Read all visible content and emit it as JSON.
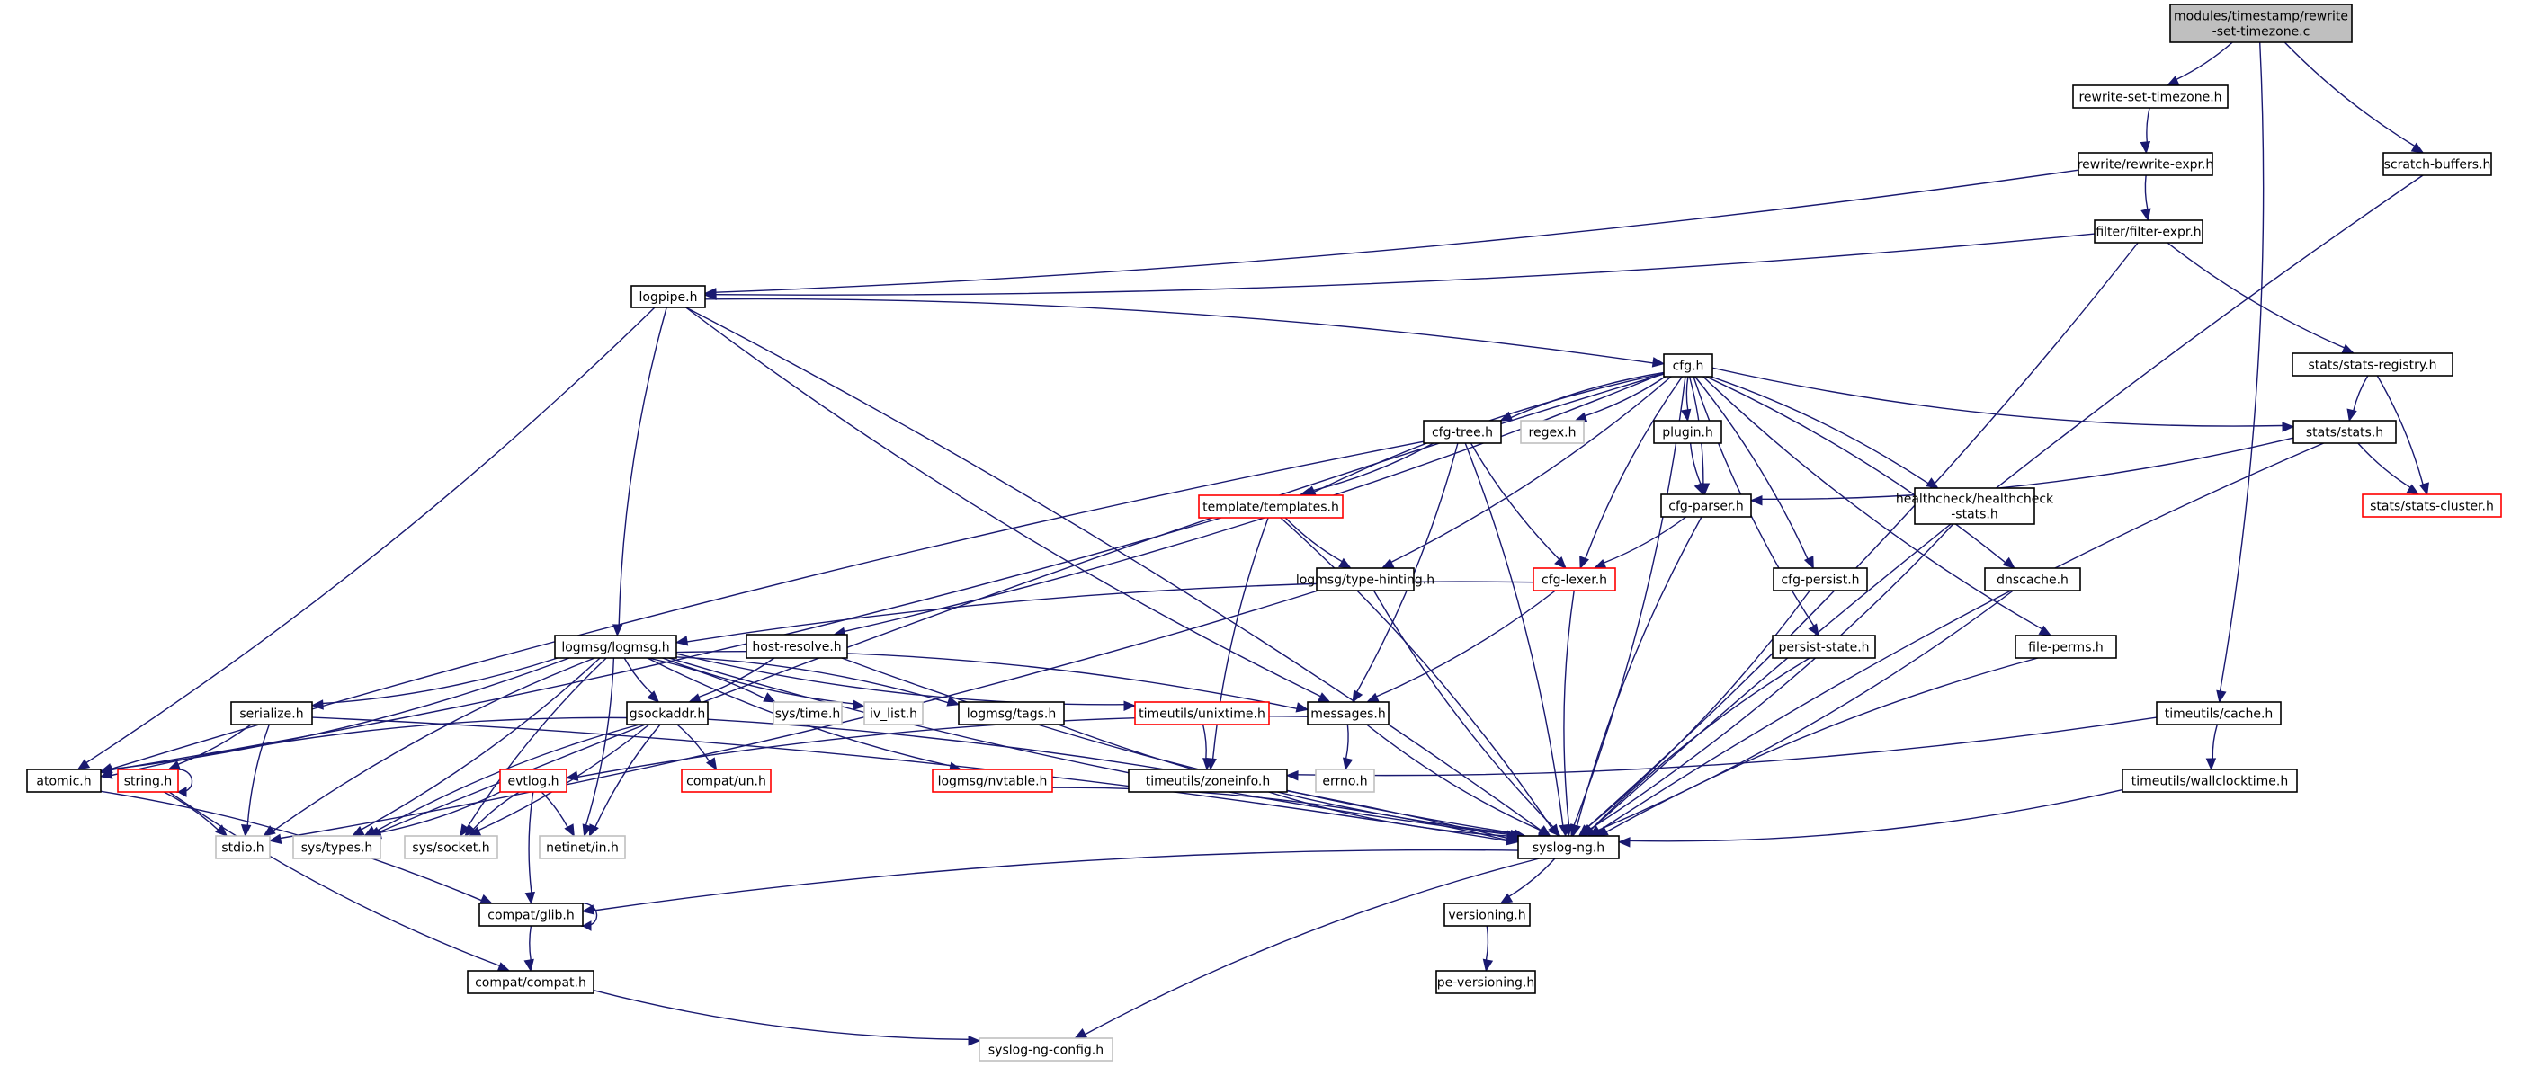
{
  "graph": {
    "title": "Include dependency graph for modules/timestamp/rewrite-set-timezone.c",
    "colors": {
      "edge": "#191970",
      "node_border": "#000000",
      "root_fill": "#bfbfbf",
      "missing_border": "#bfbfbf",
      "truncated_border": "#ff0000"
    },
    "nodes": [
      {
        "id": "root",
        "label": [
          "modules/timestamp/rewrite",
          "-set-timezone.c"
        ],
        "kind": "root"
      },
      {
        "id": "rst",
        "label": [
          "rewrite-set-timezone.h"
        ],
        "kind": "normal"
      },
      {
        "id": "rexpr",
        "label": [
          "rewrite/rewrite-expr.h"
        ],
        "kind": "normal"
      },
      {
        "id": "fexpr",
        "label": [
          "filter/filter-expr.h"
        ],
        "kind": "normal"
      },
      {
        "id": "scratch",
        "label": [
          "scratch-buffers.h"
        ],
        "kind": "normal"
      },
      {
        "id": "logpipe",
        "label": [
          "logpipe.h"
        ],
        "kind": "normal"
      },
      {
        "id": "cfg",
        "label": [
          "cfg.h"
        ],
        "kind": "normal"
      },
      {
        "id": "statsreg",
        "label": [
          "stats/stats-registry.h"
        ],
        "kind": "normal"
      },
      {
        "id": "stats",
        "label": [
          "stats/stats.h"
        ],
        "kind": "normal"
      },
      {
        "id": "statscluster",
        "label": [
          "stats/stats-cluster.h"
        ],
        "kind": "truncated"
      },
      {
        "id": "cfgtree",
        "label": [
          "cfg-tree.h"
        ],
        "kind": "normal"
      },
      {
        "id": "regex",
        "label": [
          "regex.h"
        ],
        "kind": "missing"
      },
      {
        "id": "plugin",
        "label": [
          "plugin.h"
        ],
        "kind": "normal"
      },
      {
        "id": "cfgparser",
        "label": [
          "cfg-parser.h"
        ],
        "kind": "normal"
      },
      {
        "id": "health",
        "label": [
          "healthcheck/healthcheck",
          "-stats.h"
        ],
        "kind": "normal"
      },
      {
        "id": "templates",
        "label": [
          "template/templates.h"
        ],
        "kind": "truncated"
      },
      {
        "id": "typehint",
        "label": [
          "logmsg/type-hinting.h"
        ],
        "kind": "normal"
      },
      {
        "id": "cfglexer",
        "label": [
          "cfg-lexer.h"
        ],
        "kind": "truncated"
      },
      {
        "id": "cfgpersist",
        "label": [
          "cfg-persist.h"
        ],
        "kind": "normal"
      },
      {
        "id": "persist",
        "label": [
          "persist-state.h"
        ],
        "kind": "normal"
      },
      {
        "id": "dnscache",
        "label": [
          "dnscache.h"
        ],
        "kind": "normal"
      },
      {
        "id": "fileperms",
        "label": [
          "file-perms.h"
        ],
        "kind": "normal"
      },
      {
        "id": "logmsg",
        "label": [
          "logmsg/logmsg.h"
        ],
        "kind": "normal"
      },
      {
        "id": "hostres",
        "label": [
          "host-resolve.h"
        ],
        "kind": "normal"
      },
      {
        "id": "serialize",
        "label": [
          "serialize.h"
        ],
        "kind": "normal"
      },
      {
        "id": "gsock",
        "label": [
          "gsockaddr.h"
        ],
        "kind": "normal"
      },
      {
        "id": "systime",
        "label": [
          "sys/time.h"
        ],
        "kind": "missing"
      },
      {
        "id": "ivlist",
        "label": [
          "iv_list.h"
        ],
        "kind": "missing"
      },
      {
        "id": "tags",
        "label": [
          "logmsg/tags.h"
        ],
        "kind": "normal"
      },
      {
        "id": "unixtime",
        "label": [
          "timeutils/unixtime.h"
        ],
        "kind": "truncated"
      },
      {
        "id": "messages",
        "label": [
          "messages.h"
        ],
        "kind": "normal"
      },
      {
        "id": "tucache",
        "label": [
          "timeutils/cache.h"
        ],
        "kind": "normal"
      },
      {
        "id": "atomic",
        "label": [
          "atomic.h"
        ],
        "kind": "normal"
      },
      {
        "id": "string",
        "label": [
          "string.h"
        ],
        "kind": "truncated"
      },
      {
        "id": "evtlog",
        "label": [
          "evtlog.h"
        ],
        "kind": "truncated"
      },
      {
        "id": "compatun",
        "label": [
          "compat/un.h"
        ],
        "kind": "truncated"
      },
      {
        "id": "nvtable",
        "label": [
          "logmsg/nvtable.h"
        ],
        "kind": "truncated"
      },
      {
        "id": "zoneinfo",
        "label": [
          "timeutils/zoneinfo.h"
        ],
        "kind": "normal"
      },
      {
        "id": "errno",
        "label": [
          "errno.h"
        ],
        "kind": "missing"
      },
      {
        "id": "wallclock",
        "label": [
          "timeutils/wallclocktime.h"
        ],
        "kind": "normal"
      },
      {
        "id": "stdio",
        "label": [
          "stdio.h"
        ],
        "kind": "missing"
      },
      {
        "id": "systypes",
        "label": [
          "sys/types.h"
        ],
        "kind": "missing"
      },
      {
        "id": "syssocket",
        "label": [
          "sys/socket.h"
        ],
        "kind": "missing"
      },
      {
        "id": "netinet",
        "label": [
          "netinet/in.h"
        ],
        "kind": "missing"
      },
      {
        "id": "syslogng",
        "label": [
          "syslog-ng.h"
        ],
        "kind": "normal"
      },
      {
        "id": "glib",
        "label": [
          "compat/glib.h"
        ],
        "kind": "normal"
      },
      {
        "id": "versioning",
        "label": [
          "versioning.h"
        ],
        "kind": "normal"
      },
      {
        "id": "compat",
        "label": [
          "compat/compat.h"
        ],
        "kind": "normal"
      },
      {
        "id": "peversioning",
        "label": [
          "pe-versioning.h"
        ],
        "kind": "normal"
      },
      {
        "id": "config",
        "label": [
          "syslog-ng-config.h"
        ],
        "kind": "missing"
      }
    ],
    "edges": [
      [
        "root",
        "rst"
      ],
      [
        "root",
        "scratch"
      ],
      [
        "root",
        "tucache"
      ],
      [
        "rst",
        "rexpr"
      ],
      [
        "rexpr",
        "logpipe"
      ],
      [
        "rexpr",
        "fexpr"
      ],
      [
        "fexpr",
        "logpipe"
      ],
      [
        "fexpr",
        "statsreg"
      ],
      [
        "fexpr",
        "syslogng"
      ],
      [
        "scratch",
        "syslogng"
      ],
      [
        "logpipe",
        "cfg"
      ],
      [
        "logpipe",
        "logmsg"
      ],
      [
        "logpipe",
        "atomic"
      ],
      [
        "logpipe",
        "messages"
      ],
      [
        "logpipe",
        "syslogng"
      ],
      [
        "cfg",
        "cfgtree"
      ],
      [
        "cfg",
        "regex"
      ],
      [
        "cfg",
        "plugin"
      ],
      [
        "cfg",
        "cfgparser"
      ],
      [
        "cfg",
        "templates"
      ],
      [
        "cfg",
        "typehint"
      ],
      [
        "cfg",
        "cfglexer"
      ],
      [
        "cfg",
        "cfgpersist"
      ],
      [
        "cfg",
        "persist"
      ],
      [
        "cfg",
        "dnscache"
      ],
      [
        "cfg",
        "fileperms"
      ],
      [
        "cfg",
        "health"
      ],
      [
        "cfg",
        "stats"
      ],
      [
        "cfg",
        "hostres"
      ],
      [
        "cfg",
        "systypes"
      ],
      [
        "cfg",
        "syslogng"
      ],
      [
        "statsreg",
        "stats"
      ],
      [
        "statsreg",
        "statscluster"
      ],
      [
        "stats",
        "statscluster"
      ],
      [
        "stats",
        "cfgparser"
      ],
      [
        "stats",
        "syslogng"
      ],
      [
        "cfgtree",
        "templates"
      ],
      [
        "cfgtree",
        "cfglexer"
      ],
      [
        "cfgtree",
        "messages"
      ],
      [
        "cfgtree",
        "atomic"
      ],
      [
        "cfgtree",
        "syslogng"
      ],
      [
        "plugin",
        "cfgparser"
      ],
      [
        "cfgparser",
        "cfglexer"
      ],
      [
        "cfgparser",
        "syslogng"
      ],
      [
        "health",
        "syslogng"
      ],
      [
        "templates",
        "typehint"
      ],
      [
        "templates",
        "atomic"
      ],
      [
        "templates",
        "zoneinfo"
      ],
      [
        "templates",
        "syslogng"
      ],
      [
        "typehint",
        "syslogng"
      ],
      [
        "typehint",
        "stdio"
      ],
      [
        "cfglexer",
        "logmsg"
      ],
      [
        "cfglexer",
        "messages"
      ],
      [
        "cfglexer",
        "syslogng"
      ],
      [
        "cfgpersist",
        "syslogng"
      ],
      [
        "persist",
        "syslogng"
      ],
      [
        "dnscache",
        "syslogng"
      ],
      [
        "fileperms",
        "syslogng"
      ],
      [
        "logmsg",
        "serialize"
      ],
      [
        "logmsg",
        "gsock"
      ],
      [
        "logmsg",
        "systime"
      ],
      [
        "logmsg",
        "ivlist"
      ],
      [
        "logmsg",
        "tags"
      ],
      [
        "logmsg",
        "unixtime"
      ],
      [
        "logmsg",
        "messages"
      ],
      [
        "logmsg",
        "nvtable"
      ],
      [
        "logmsg",
        "atomic"
      ],
      [
        "logmsg",
        "stdio"
      ],
      [
        "logmsg",
        "systypes"
      ],
      [
        "logmsg",
        "syssocket"
      ],
      [
        "logmsg",
        "netinet"
      ],
      [
        "logmsg",
        "syslogng"
      ],
      [
        "hostres",
        "gsock"
      ],
      [
        "hostres",
        "syslogng"
      ],
      [
        "serialize",
        "string"
      ],
      [
        "serialize",
        "stdio"
      ],
      [
        "serialize",
        "syslogng"
      ],
      [
        "gsock",
        "atomic"
      ],
      [
        "gsock",
        "compatun"
      ],
      [
        "gsock",
        "systypes"
      ],
      [
        "gsock",
        "syssocket"
      ],
      [
        "gsock",
        "netinet"
      ],
      [
        "gsock",
        "syslogng"
      ],
      [
        "tags",
        "syslogng"
      ],
      [
        "unixtime",
        "zoneinfo"
      ],
      [
        "messages",
        "evtlog"
      ],
      [
        "messages",
        "errno"
      ],
      [
        "messages",
        "syslogng"
      ],
      [
        "tucache",
        "zoneinfo"
      ],
      [
        "tucache",
        "wallclock"
      ],
      [
        "atomic",
        "glib"
      ],
      [
        "string",
        "string"
      ],
      [
        "string",
        "stdio"
      ],
      [
        "string",
        "compat"
      ],
      [
        "evtlog",
        "systypes"
      ],
      [
        "evtlog",
        "syssocket"
      ],
      [
        "evtlog",
        "netinet"
      ],
      [
        "evtlog",
        "glib"
      ],
      [
        "nvtable",
        "syslogng"
      ],
      [
        "zoneinfo",
        "syslogng"
      ],
      [
        "wallclock",
        "syslogng"
      ],
      [
        "syslogng",
        "glib"
      ],
      [
        "syslogng",
        "versioning"
      ],
      [
        "syslogng",
        "config"
      ],
      [
        "glib",
        "glib"
      ],
      [
        "glib",
        "compat"
      ],
      [
        "versioning",
        "peversioning"
      ],
      [
        "compat",
        "config"
      ]
    ]
  }
}
